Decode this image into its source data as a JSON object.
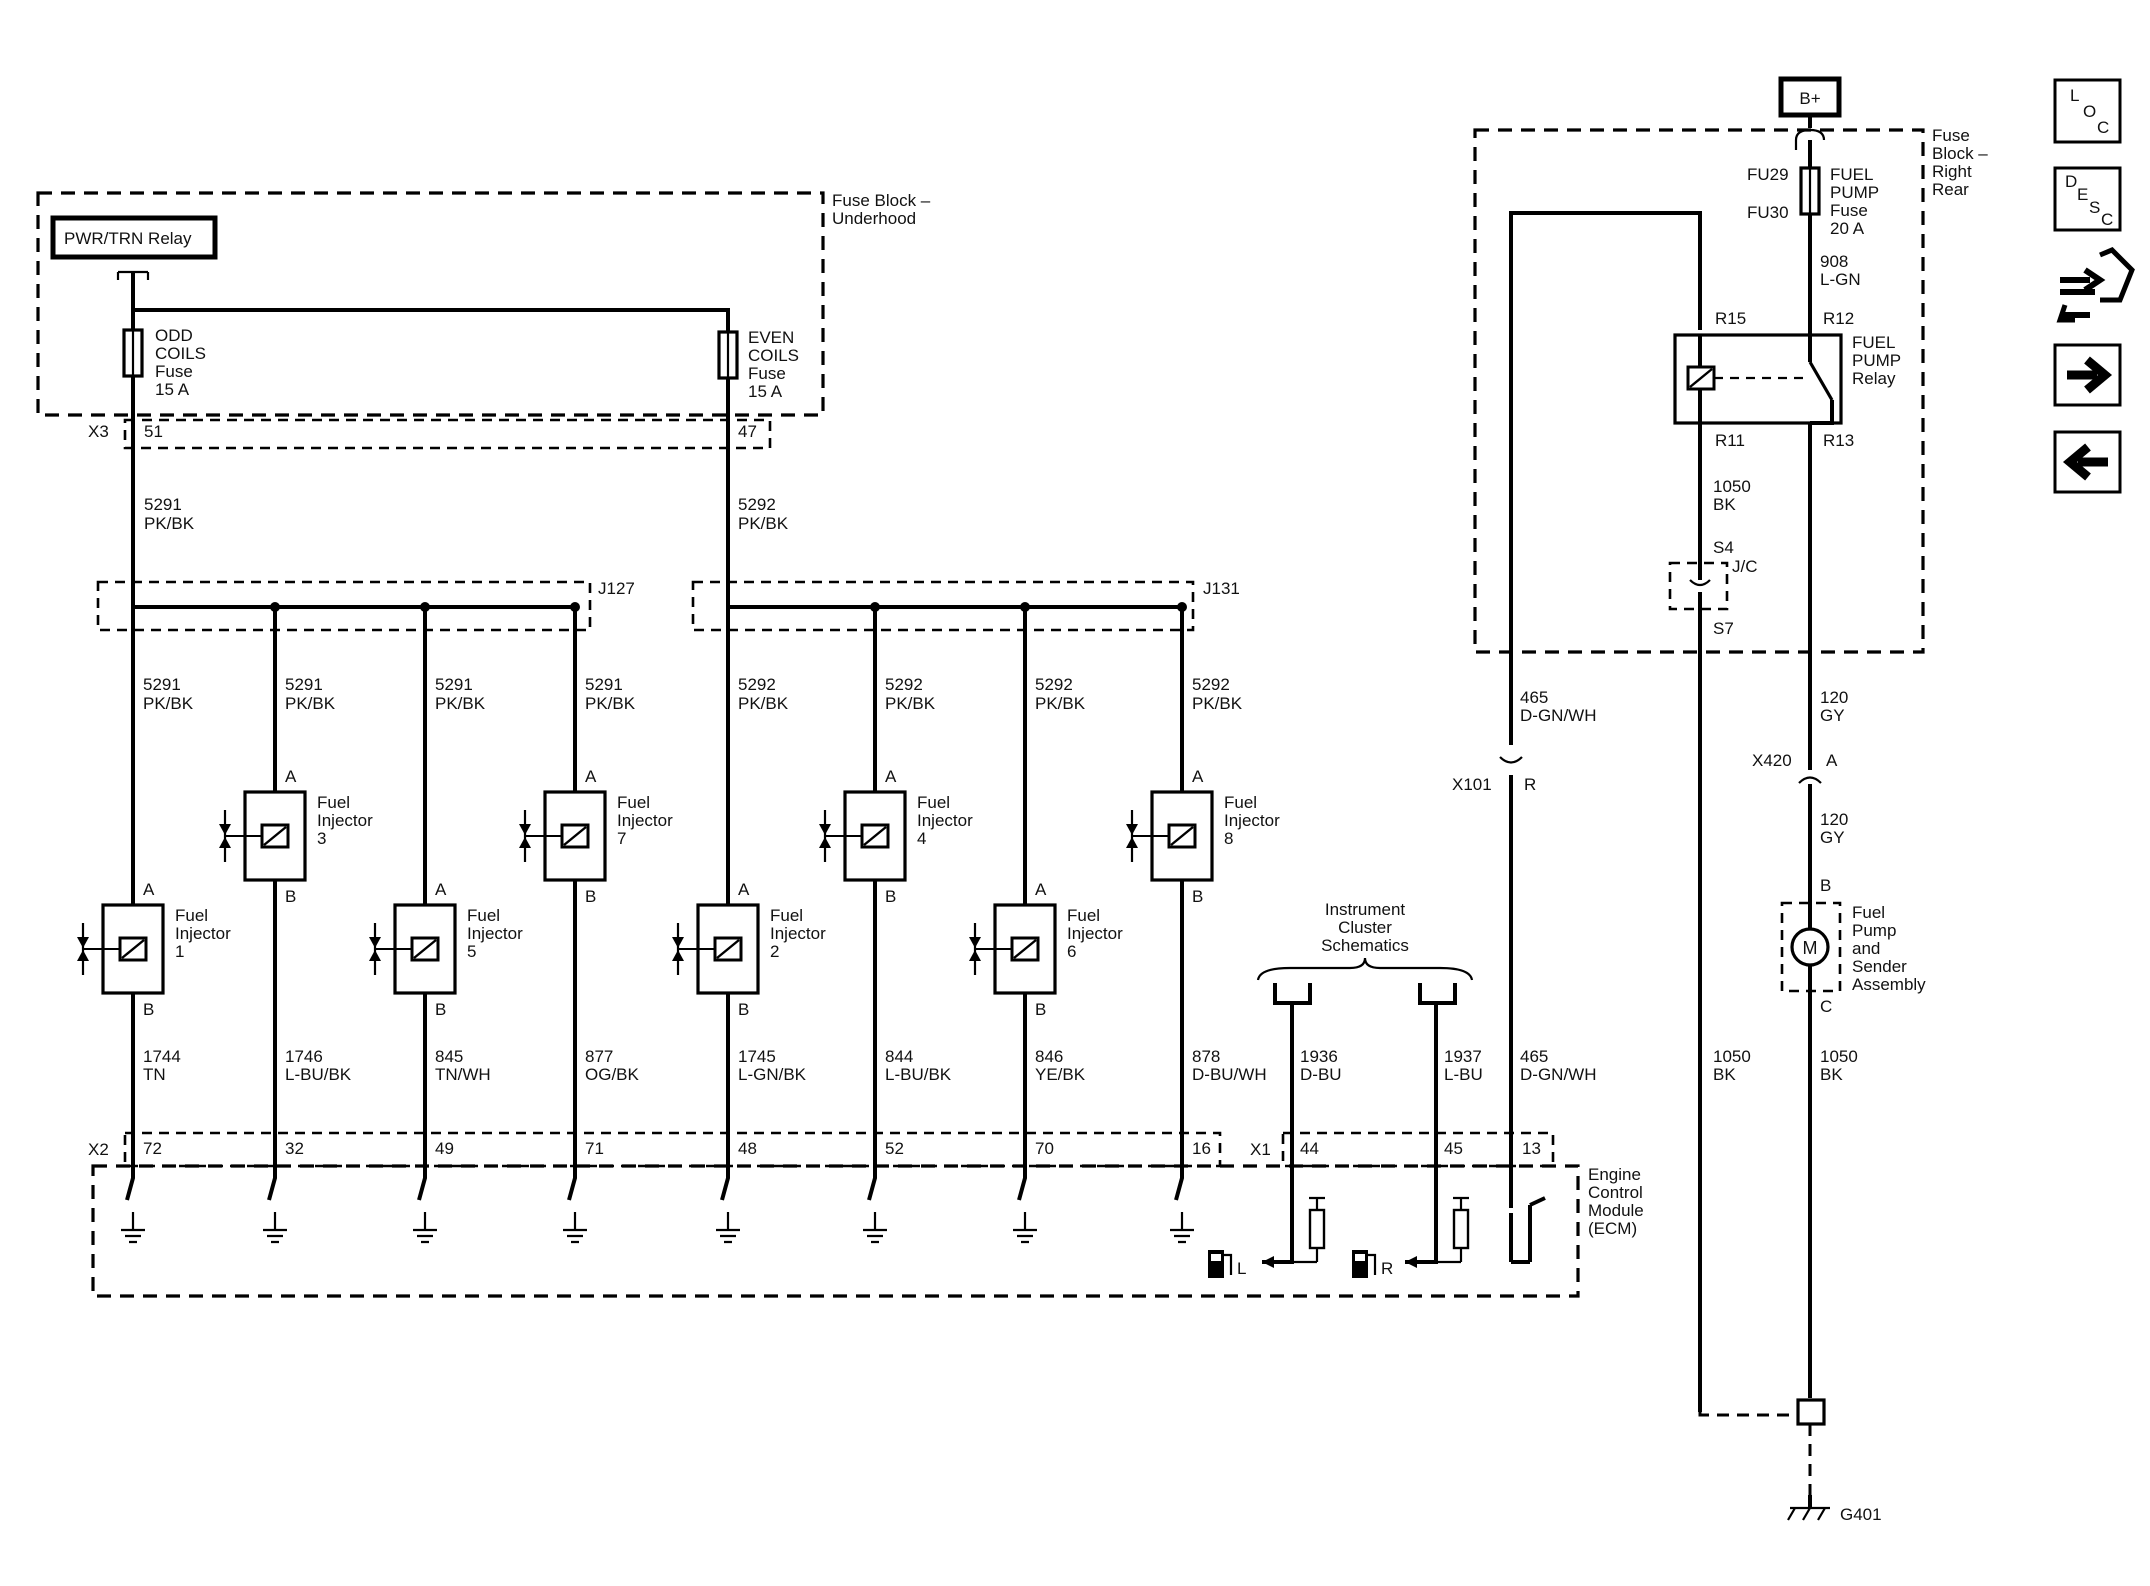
{
  "supply": {
    "battery": "B+",
    "relay": "PWR/TRN Relay"
  },
  "fuse_block_underhood": {
    "line1": "Fuse Block –",
    "line2": "Underhood"
  },
  "fuse_block_rear": {
    "line1": "Fuse",
    "line2": "Block –",
    "line3": "Right",
    "line4": "Rear"
  },
  "fuses": {
    "odd": {
      "l1": "ODD",
      "l2": "COILS",
      "l3": "Fuse",
      "l4": "15 A"
    },
    "even": {
      "l1": "EVEN",
      "l2": "COILS",
      "l3": "Fuse",
      "l4": "15 A"
    },
    "pump": {
      "l1": "FUEL",
      "l2": "PUMP",
      "l3": "Fuse",
      "l4": "20 A",
      "fu29": "FU29",
      "fu30": "FU30"
    }
  },
  "connectors": {
    "x3": "X3",
    "x3_51": "51",
    "x3_47": "47",
    "j127": "J127",
    "j131": "J131",
    "x2": "X2",
    "x1": "X1",
    "x101": "X101",
    "x101_pin": "R",
    "x420": "X420",
    "x420_pin": "A",
    "s4": "S4",
    "jc": "J/C",
    "s7": "S7",
    "g401": "G401"
  },
  "circuits": {
    "odd_feed": {
      "num": "5291",
      "color": "PK/BK"
    },
    "even_feed": {
      "num": "5292",
      "color": "PK/BK"
    },
    "pump_feed": {
      "num": "908",
      "color": "L-GN"
    },
    "relay_ground": {
      "num": "1050",
      "color": "BK"
    },
    "relay_ctrl": {
      "num": "465",
      "color": "D-GN/WH"
    },
    "pump_out": {
      "num": "120",
      "color": "GY"
    },
    "ground_a": {
      "num": "1050",
      "color": "BK"
    },
    "ground_b": {
      "num": "1050",
      "color": "BK"
    }
  },
  "injectors": [
    {
      "name": "Fuel",
      "name2": "Injector",
      "num": "1",
      "feed": "5291",
      "feed_color": "PK/BK",
      "pin_a": "A",
      "pin_b": "B",
      "ctrl": "1744",
      "ctrl_color": "TN",
      "ecm_pin": "72"
    },
    {
      "name": "Fuel",
      "name2": "Injector",
      "num": "3",
      "feed": "5291",
      "feed_color": "PK/BK",
      "pin_a": "A",
      "pin_b": "B",
      "ctrl": "1746",
      "ctrl_color": "L-BU/BK",
      "ecm_pin": "32"
    },
    {
      "name": "Fuel",
      "name2": "Injector",
      "num": "5",
      "feed": "5291",
      "feed_color": "PK/BK",
      "pin_a": "A",
      "pin_b": "B",
      "ctrl": "845",
      "ctrl_color": "TN/WH",
      "ecm_pin": "49"
    },
    {
      "name": "Fuel",
      "name2": "Injector",
      "num": "7",
      "feed": "5291",
      "feed_color": "PK/BK",
      "pin_a": "A",
      "pin_b": "B",
      "ctrl": "877",
      "ctrl_color": "OG/BK",
      "ecm_pin": "71"
    },
    {
      "name": "Fuel",
      "name2": "Injector",
      "num": "2",
      "feed": "5292",
      "feed_color": "PK/BK",
      "pin_a": "A",
      "pin_b": "B",
      "ctrl": "1745",
      "ctrl_color": "L-GN/BK",
      "ecm_pin": "48"
    },
    {
      "name": "Fuel",
      "name2": "Injector",
      "num": "4",
      "feed": "5292",
      "feed_color": "PK/BK",
      "pin_a": "A",
      "pin_b": "B",
      "ctrl": "844",
      "ctrl_color": "L-BU/BK",
      "ecm_pin": "52"
    },
    {
      "name": "Fuel",
      "name2": "Injector",
      "num": "6",
      "feed": "5292",
      "feed_color": "PK/BK",
      "pin_a": "A",
      "pin_b": "B",
      "ctrl": "846",
      "ctrl_color": "YE/BK",
      "ecm_pin": "70"
    },
    {
      "name": "Fuel",
      "name2": "Injector",
      "num": "8",
      "feed": "5292",
      "feed_color": "PK/BK",
      "pin_a": "A",
      "pin_b": "B",
      "ctrl": "878",
      "ctrl_color": "D-BU/WH",
      "ecm_pin": "16"
    }
  ],
  "cluster": {
    "l1": "Instrument",
    "l2": "Cluster",
    "l3": "Schematics",
    "wire1": {
      "num": "1936",
      "color": "D-BU",
      "pin": "44",
      "side": "L"
    },
    "wire2": {
      "num": "1937",
      "color": "L-BU",
      "pin": "45",
      "side": "R"
    },
    "wire3": {
      "num": "465",
      "color": "D-GN/WH",
      "pin": "13"
    }
  },
  "ecm": {
    "l1": "Engine",
    "l2": "Control",
    "l3": "Module",
    "l4": "(ECM)"
  },
  "pump_relay": {
    "l1": "FUEL",
    "l2": "PUMP",
    "l3": "Relay",
    "r15": "R15",
    "r12": "R12",
    "r11": "R11",
    "r13": "R13"
  },
  "pump_motor": {
    "l1": "Fuel",
    "l2": "Pump",
    "l3": "and",
    "l4": "Sender",
    "l5": "Assembly",
    "pin_b": "B",
    "pin_c": "C",
    "symbol": "M"
  },
  "nav": {
    "loc": {
      "l": "L",
      "o": "O",
      "c": "C"
    },
    "desc": {
      "d": "D",
      "e": "E",
      "s": "S",
      "c": "C"
    }
  }
}
